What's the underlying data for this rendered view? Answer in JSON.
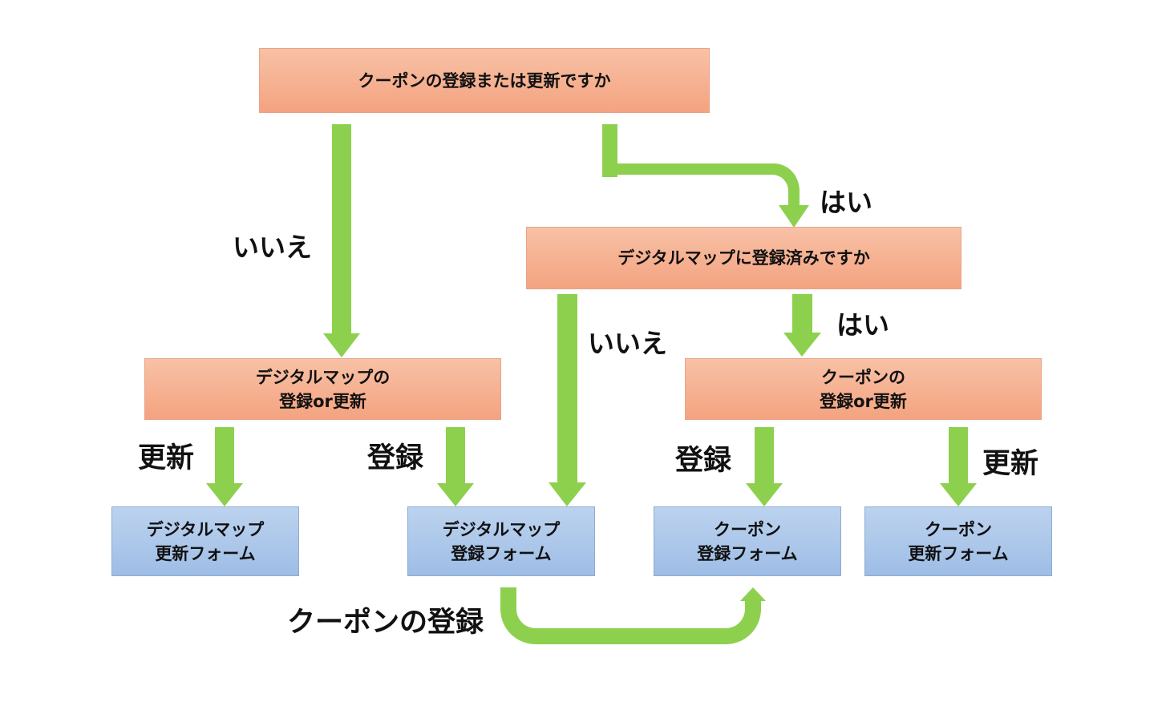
{
  "colors": {
    "arrow": "#8dd04e",
    "decision_fill": "#f6ad8c",
    "form_fill": "#a9c6ea"
  },
  "nodes": {
    "q_coupon_register_or_update": "クーポンの登録または更新ですか",
    "q_digital_map_registered": "デジタルマップに登録済みですか",
    "digital_map_register_or_update": "デジタルマップの\n登録or更新",
    "coupon_register_or_update": "クーポンの\n登録or更新",
    "digital_map_update_form": "デジタルマップ\n更新フォーム",
    "digital_map_register_form": "デジタルマップ\n登録フォーム",
    "coupon_register_form": "クーポン\n登録フォーム",
    "coupon_update_form": "クーポン\n更新フォーム"
  },
  "edges": {
    "no_1": "いいえ",
    "yes_1": "はい",
    "no_2": "いいえ",
    "yes_2": "はい",
    "update_1": "更新",
    "register_1": "登録",
    "register_2": "登録",
    "update_2": "更新",
    "coupon_register": "クーポンの登録"
  }
}
